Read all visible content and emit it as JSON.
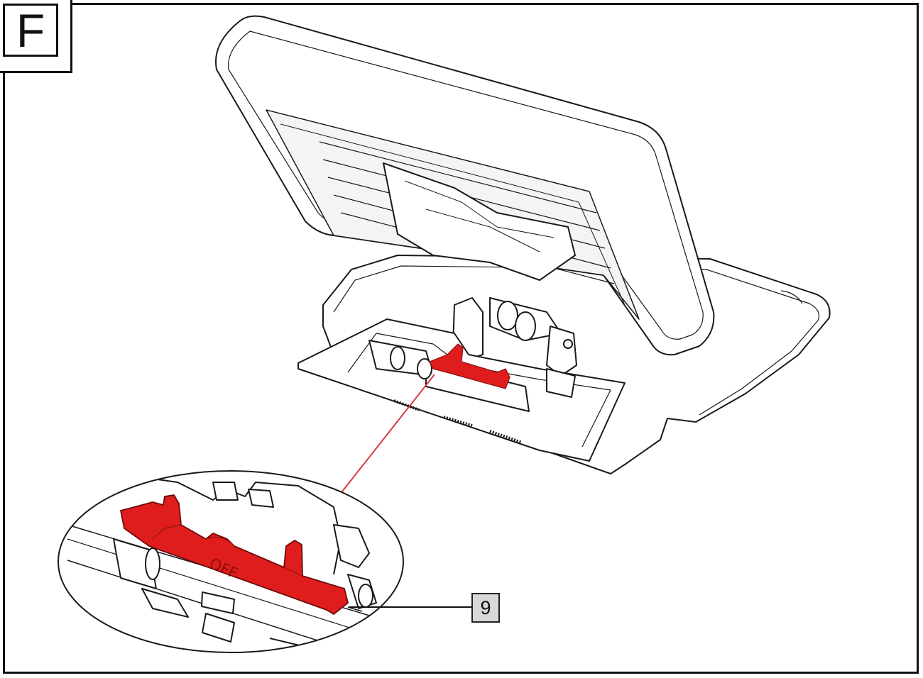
{
  "step": {
    "letter": "F"
  },
  "callout": {
    "number": "9"
  },
  "part_marking": "OFF",
  "colors": {
    "highlight": "#e01d1d",
    "leader_line": "#d83a3a",
    "callout_fill": "#d8d8d8",
    "outline": "#111111"
  }
}
